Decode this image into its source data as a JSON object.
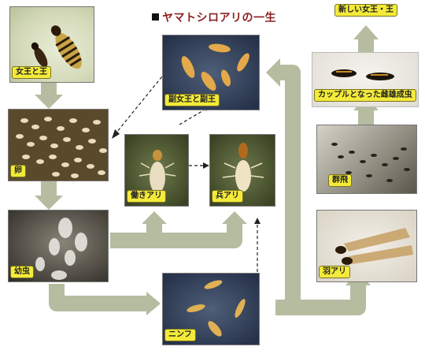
{
  "title": "ヤマトシロアリの一生",
  "stages": {
    "queen_king": "女王と王",
    "egg": "卵",
    "larva": "幼虫",
    "worker": "働きアリ",
    "soldier": "兵アリ",
    "secondary": "副女王と副王",
    "nymph": "ニンフ",
    "alate": "羽アリ",
    "swarm": "群飛",
    "couple": "カップルとなった雌雄成虫",
    "new_royals": "新しい女王・王"
  },
  "colors": {
    "arrow": "#b5bca0",
    "label_bg": "#f3ea3a",
    "title": "#8b1e1e"
  }
}
